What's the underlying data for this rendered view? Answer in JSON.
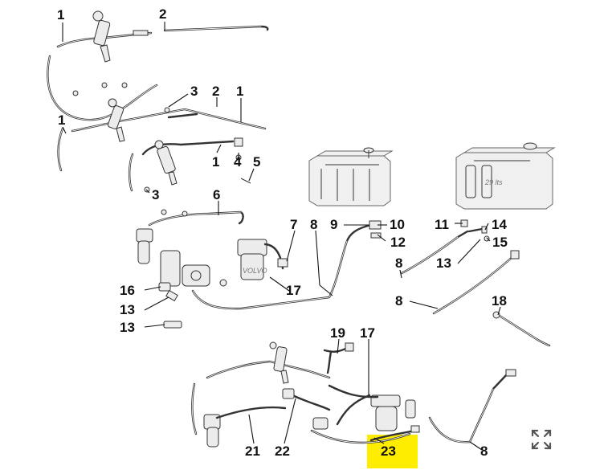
{
  "diagram": {
    "callouts": [
      {
        "id": "c1a",
        "text": "1"
      },
      {
        "id": "c2a",
        "text": "2"
      },
      {
        "id": "c3a",
        "text": "3"
      },
      {
        "id": "c2b",
        "text": "2"
      },
      {
        "id": "c1b",
        "text": "1"
      },
      {
        "id": "c1c",
        "text": "1"
      },
      {
        "id": "c1d",
        "text": "1"
      },
      {
        "id": "c4",
        "text": "4"
      },
      {
        "id": "c5",
        "text": "5"
      },
      {
        "id": "c3b",
        "text": "3"
      },
      {
        "id": "c6",
        "text": "6"
      },
      {
        "id": "c7",
        "text": "7"
      },
      {
        "id": "c8a",
        "text": "8"
      },
      {
        "id": "c9",
        "text": "9"
      },
      {
        "id": "c10",
        "text": "10"
      },
      {
        "id": "c11",
        "text": "11"
      },
      {
        "id": "c14",
        "text": "14"
      },
      {
        "id": "c12",
        "text": "12"
      },
      {
        "id": "c15",
        "text": "15"
      },
      {
        "id": "c8b",
        "text": "8"
      },
      {
        "id": "c13a",
        "text": "13"
      },
      {
        "id": "c8c",
        "text": "8"
      },
      {
        "id": "c16",
        "text": "16"
      },
      {
        "id": "c17a",
        "text": "17"
      },
      {
        "id": "c13b",
        "text": "13"
      },
      {
        "id": "c18",
        "text": "18"
      },
      {
        "id": "c13c",
        "text": "13"
      },
      {
        "id": "c19",
        "text": "19"
      },
      {
        "id": "c17b",
        "text": "17"
      },
      {
        "id": "c21",
        "text": "21"
      },
      {
        "id": "c22",
        "text": "22"
      },
      {
        "id": "c23",
        "text": "23"
      },
      {
        "id": "c8d",
        "text": "8"
      }
    ],
    "tank_capacity_label": "29 lts",
    "filter_label": "VOLVO",
    "highlighted_part": "23",
    "highlight_color": "#ffed00"
  },
  "controls": {
    "expand_icon": "expand-arrows-icon"
  }
}
